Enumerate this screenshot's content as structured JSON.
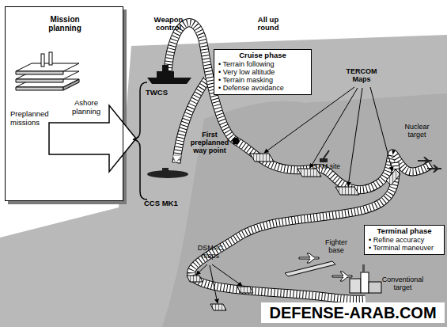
{
  "diagram": {
    "nodes": [
      {
        "text": [
          "Mission planning",
          "Ashore planning",
          "Preplanned missions"
        ]
      },
      {
        "text": [
          "Cruise phase",
          "• Terrain following",
          "• Very low altitude",
          "• Terrain masking",
          "• Defense avoidance"
        ]
      },
      {
        "text": [
          "Terminal phase",
          "• Refine accuracy",
          "• Terminal maneuver"
        ]
      }
    ],
    "labels": [
      "Weapon control",
      "All up round",
      "TWCS",
      "CCS MK1",
      "First preplanned way point",
      "TERCOM Maps",
      "SAM site",
      "Nuclear target",
      "Fighter base",
      "DSMAC maps",
      "Conventional target",
      "DEFENSE-ARAB.COM"
    ]
  }
}
